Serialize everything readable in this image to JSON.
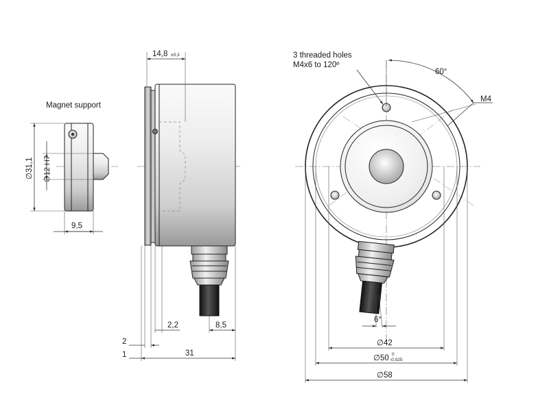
{
  "labels": {
    "magnet_support": "Magnet support",
    "threaded_line1": "3 threaded holes",
    "threaded_line2": "M4x6 to 120º",
    "angle_60": "60°",
    "m4": "M4",
    "angle_6": "6°"
  },
  "dimensions": {
    "d311": "∅31,1",
    "d12h7": "∅12 H7",
    "w95": "9,5",
    "w148": "14,8",
    "w148_tol": "±0,3",
    "w22": "2,2",
    "w85": "8,5",
    "w2": "2",
    "w1": "1",
    "w31": "31",
    "d42": "∅42",
    "d50": "∅50",
    "d50_tol_upper": "0",
    "d50_tol_lower": "-0,025",
    "d58": "∅58"
  },
  "colors": {
    "line": "#222222",
    "dimension": "#333333",
    "body_light": "#f2f2f2",
    "body_mid": "#c8c8c8",
    "body_dark": "#8a8a8a",
    "cable": "#2a2a2a"
  }
}
